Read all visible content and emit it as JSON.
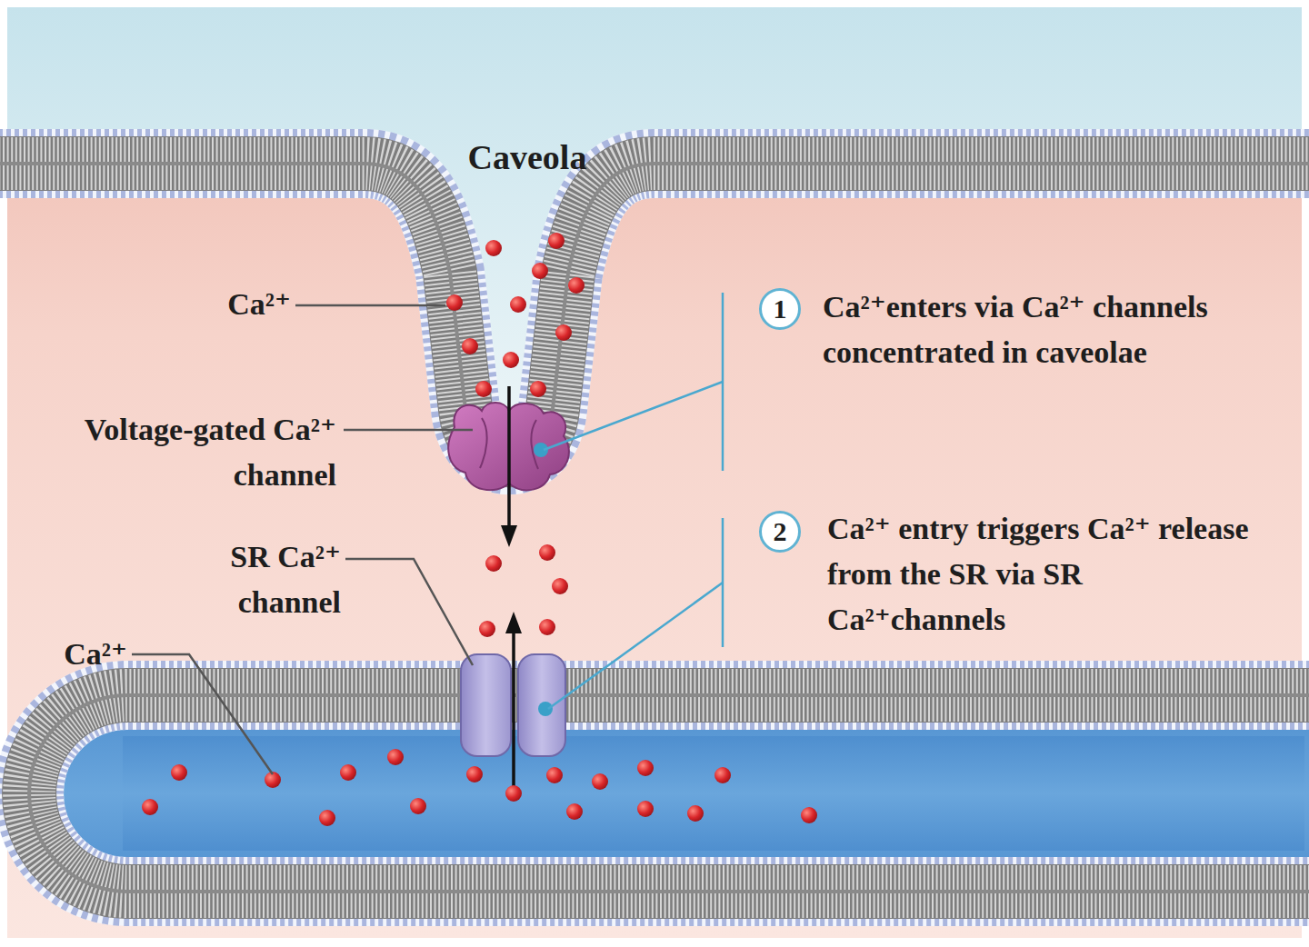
{
  "diagram": {
    "nodes": [
      {
        "text": [
          "1"
        ]
      },
      {
        "text": [
          "2"
        ]
      }
    ],
    "labels": [
      "Caveola",
      "Ca²⁺",
      "Voltage-gated Ca²⁺ channel",
      "SR Ca²⁺ channel",
      "Ca²⁺",
      "Ca²⁺enters via Ca²⁺ channels concentrated in caveolae",
      "Ca²⁺ entry triggers Ca²⁺ release from the SR via SR Ca²⁺channels"
    ]
  }
}
